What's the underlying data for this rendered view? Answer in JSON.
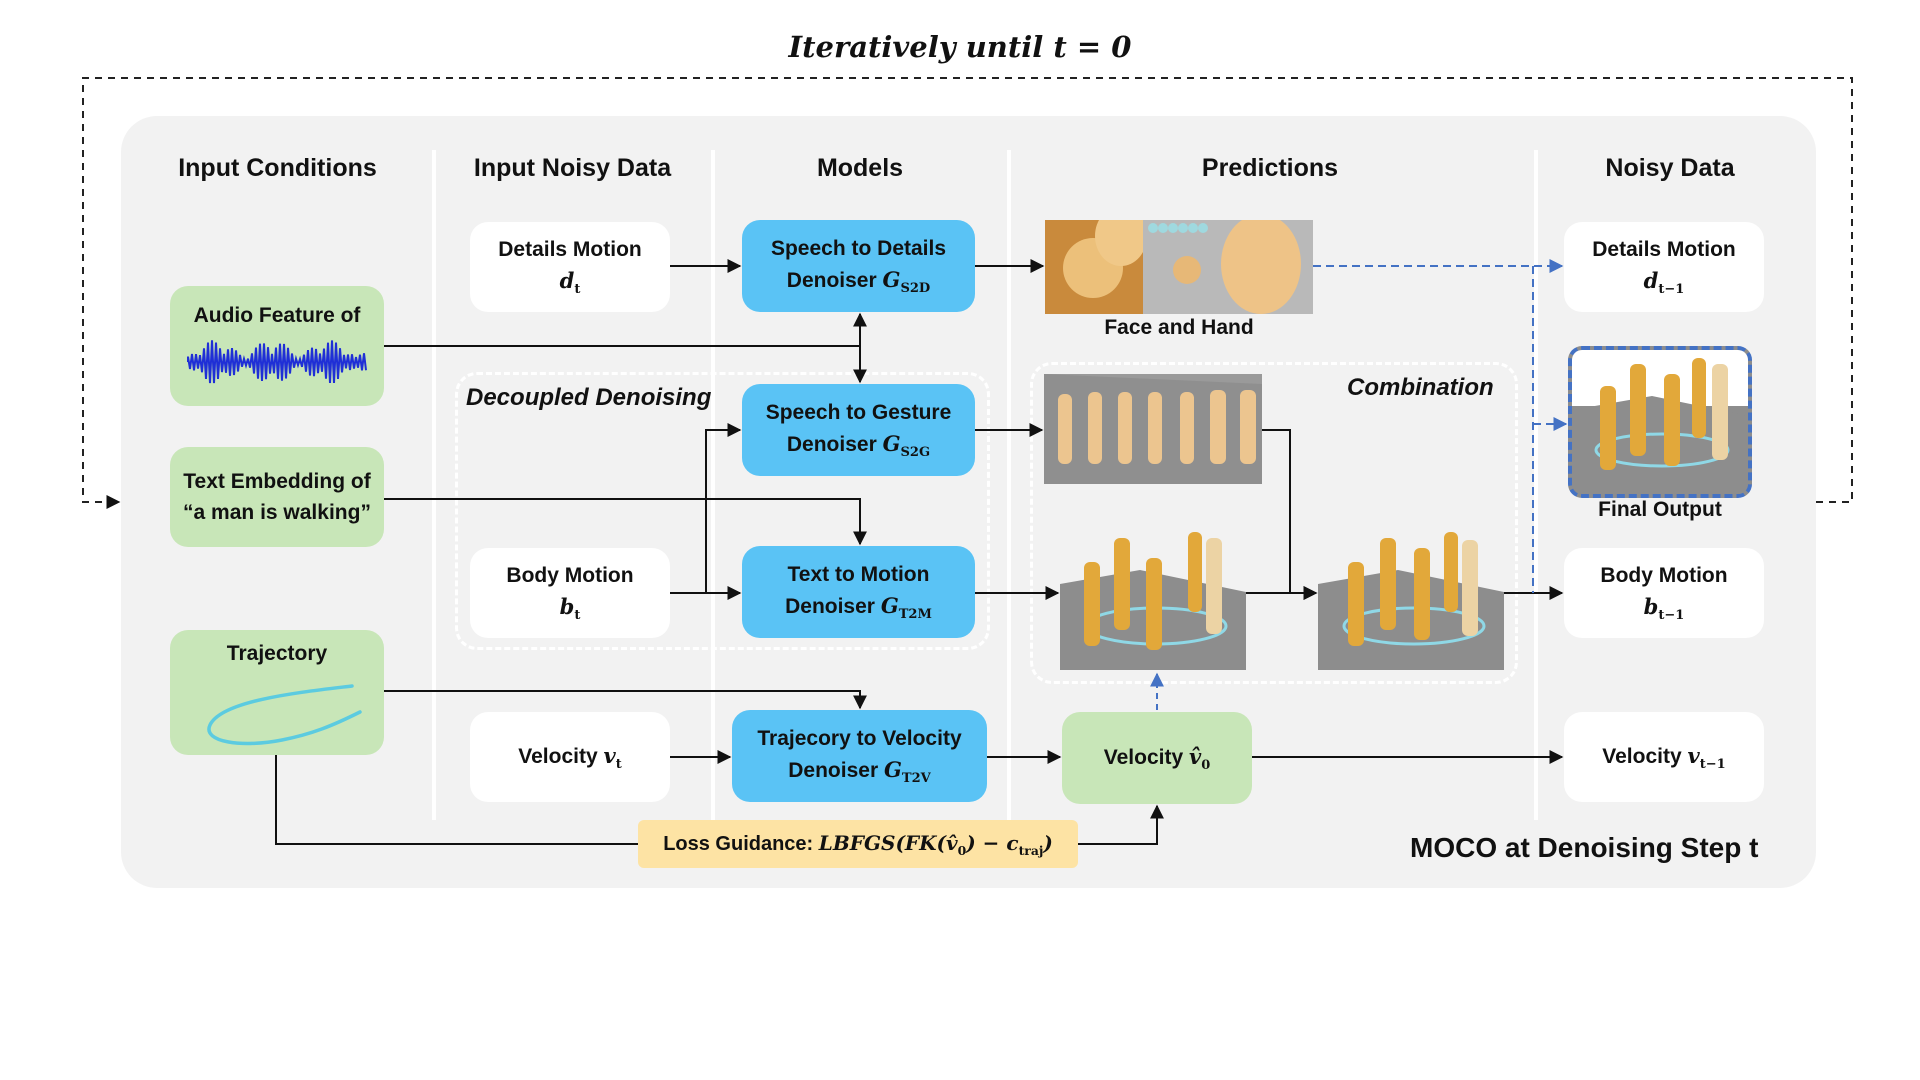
{
  "title": "Iteratively until t = 0",
  "columns": {
    "input_conditions": "Input Conditions",
    "input_noisy_data": "Input Noisy Data",
    "models": "Models",
    "predictions": "Predictions",
    "noisy_data": "Noisy Data"
  },
  "conditions": {
    "audio": "Audio Feature of",
    "text_line1": "Text Embedding of",
    "text_line2": "“a man is walking”",
    "trajectory": "Trajectory"
  },
  "inputs": {
    "details": "Details Motion",
    "details_sym": "d",
    "details_sub": "t",
    "body": "Body Motion",
    "body_sym": "b",
    "body_sub": "t",
    "velocity": "Velocity",
    "velocity_sym": "v",
    "velocity_sub": "t"
  },
  "models": {
    "s2d_line1": "Speech to Details",
    "s2d_line2": "Denoiser",
    "s2d_sub": "S2D",
    "s2g_line1": "Speech to Gesture",
    "s2g_line2": "Denoiser",
    "s2g_sub": "S2G",
    "t2m_line1": "Text to Motion",
    "t2m_line2": "Denoiser",
    "t2m_sub": "T2M",
    "t2v_line1": "Trajecory to Velocity",
    "t2v_line2": "Denoiser",
    "t2v_sub": "T2V",
    "denoiser_sym": "G"
  },
  "regions": {
    "decoupled": "Decoupled Denoising",
    "combination": "Combination"
  },
  "predictions": {
    "face_hand": "Face and Hand",
    "velocity": "Velocity",
    "velocity_sym": "v̂",
    "velocity_sub": "0"
  },
  "outputs": {
    "details": "Details Motion",
    "details_sym": "d",
    "details_sub": "t−1",
    "final": "Final Output",
    "body": "Body Motion",
    "body_sym": "b",
    "body_sub": "t−1",
    "velocity": "Velocity",
    "velocity_sym": "v",
    "velocity_sub": "t−1"
  },
  "loss_guidance": {
    "label": "Loss Guidance:",
    "formula_main": "LBFGS(FK(v̂",
    "formula_sub0": "0",
    "formula_mid": ") − c",
    "formula_sub1": "traj",
    "formula_end": ")"
  },
  "footer": "MOCO at Denoising Step t",
  "colors": {
    "panel": "#f2f2f2",
    "green": "#c8e6b8",
    "blue": "#5ac3f5",
    "yellow": "#fde3a4",
    "dashed_blue": "#4472c4",
    "waveform": "#1f2fd6",
    "trajectory": "#5ccbe0",
    "figure": "#e2a83a"
  }
}
